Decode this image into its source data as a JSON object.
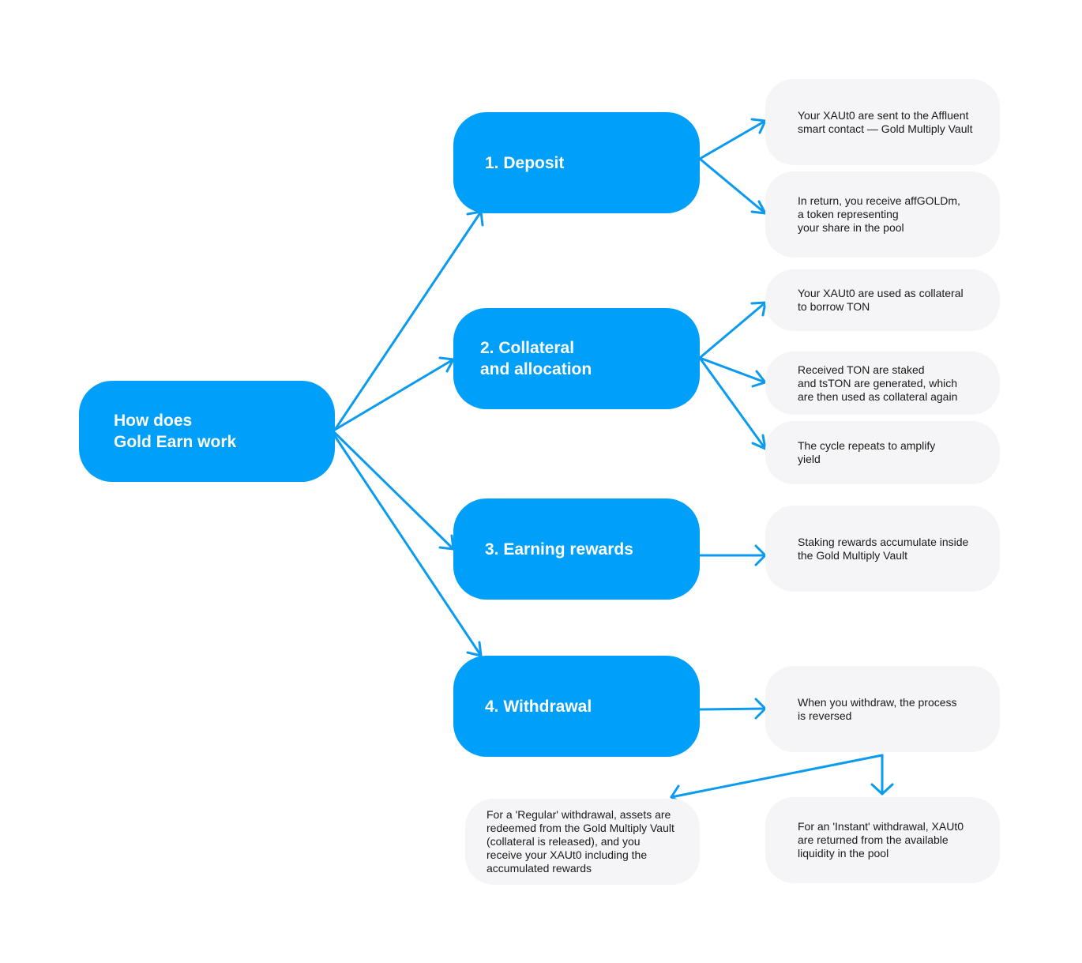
{
  "diagram": {
    "root": {
      "label": "How does\nGold Earn work"
    },
    "steps": [
      {
        "id": "deposit",
        "label": "1. Deposit"
      },
      {
        "id": "collateral",
        "label": " 2. Collateral\nand allocation"
      },
      {
        "id": "earning",
        "label": "3. Earning rewards"
      },
      {
        "id": "withdrawal",
        "label": "4. Withdrawal"
      }
    ],
    "details": {
      "deposit_sent": "Your XAUt0 are sent to the Affluent\nsmart contact — Gold Multiply Vault",
      "deposit_receive": "In return, you receive affGOLDm,\na token representing\nyour share in the pool",
      "collateral_borrow": "Your XAUt0 are used as collateral\nto borrow TON",
      "collateral_stake": "Received TON are staked\nand tsTON are generated, which\nare then used as collateral again",
      "collateral_cycle": "The cycle repeats to amplify\nyield",
      "earning_accumulate": "Staking rewards accumulate inside\nthe Gold Multiply Vault",
      "withdraw_reversed": "When you withdraw, the process\nis reversed",
      "withdraw_regular": "For a 'Regular' withdrawal, assets are\nredeemed from the Gold Multiply Vault\n(collateral is released), and you\nreceive your XAUt0 including the\naccumulated rewards",
      "withdraw_instant": "For an 'Instant' withdrawal, XAUt0\nare returned from the available\nliquidity in the pool"
    }
  }
}
